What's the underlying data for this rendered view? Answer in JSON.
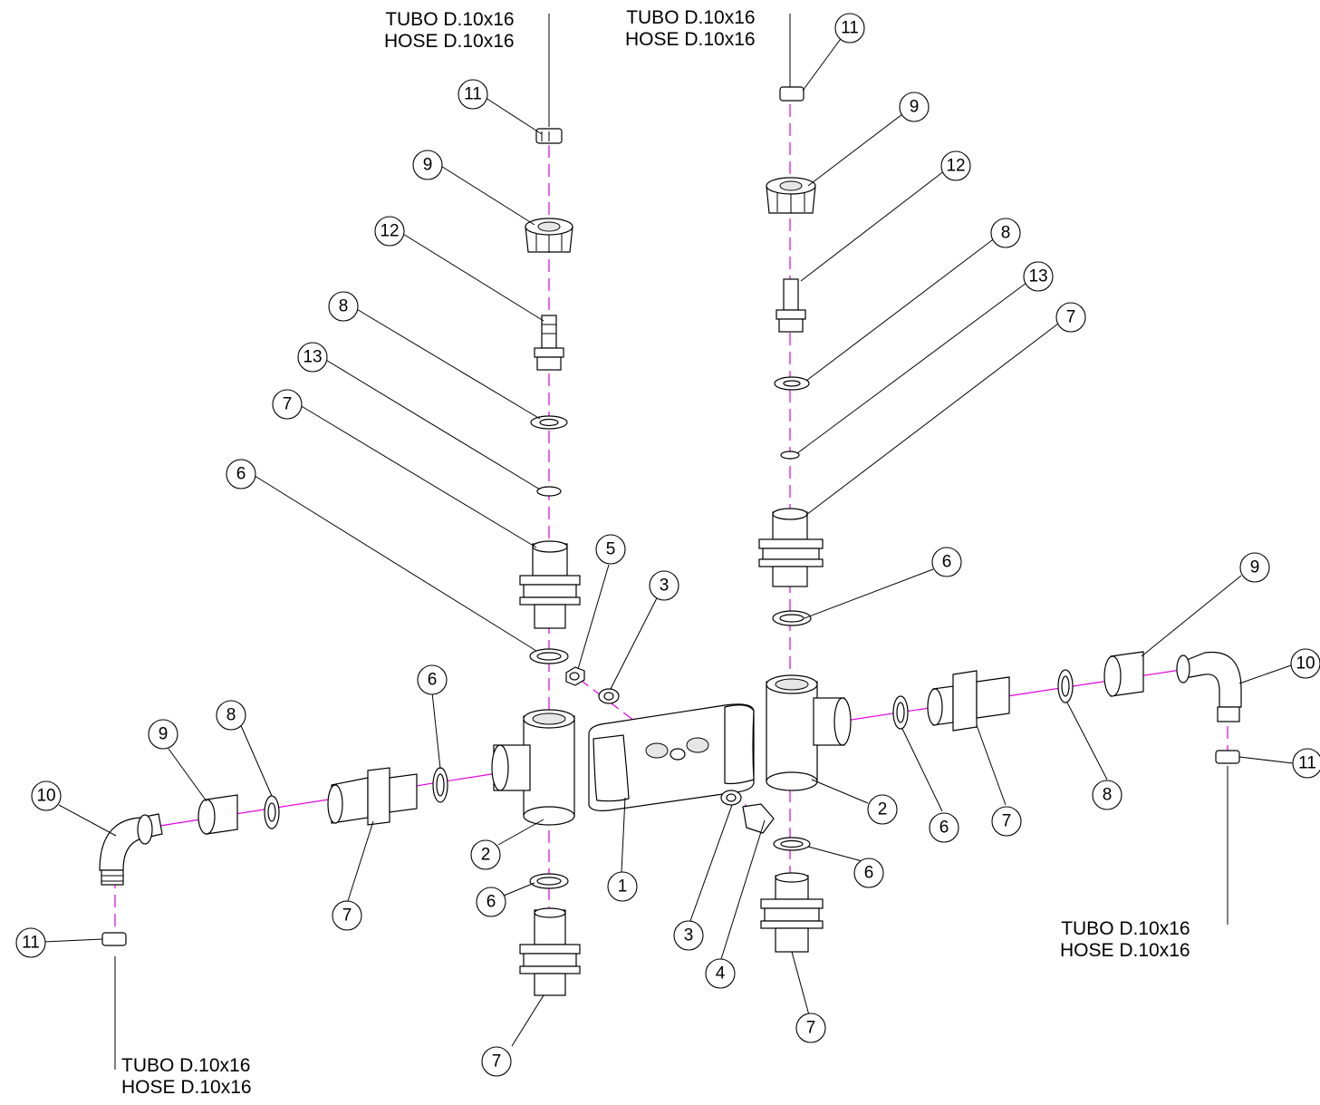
{
  "hose_note": {
    "line1": "TUBO D.10x16",
    "line2": "HOSE D.10x16"
  },
  "callouts": [
    "1",
    "2",
    "3",
    "4",
    "5",
    "6",
    "7",
    "8",
    "9",
    "10",
    "11",
    "12",
    "13"
  ],
  "colors": {
    "axis_line": "#e000e0",
    "line_art": "#000000",
    "background": "#ffffff"
  }
}
